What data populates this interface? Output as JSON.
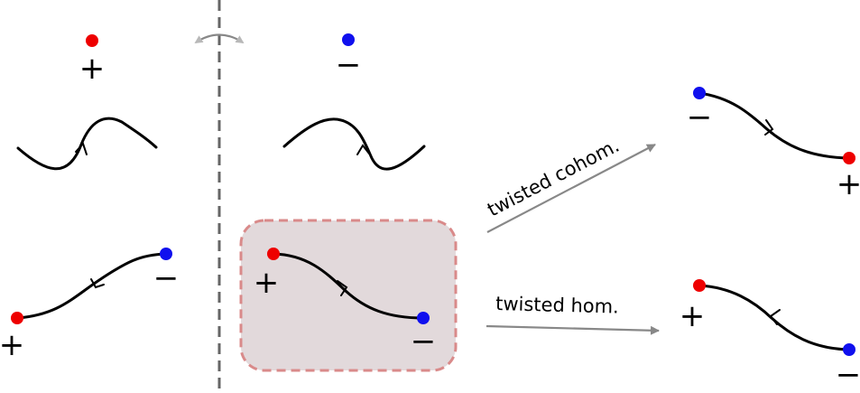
{
  "colors": {
    "positive": "#ee0000",
    "negative": "#1010ee",
    "highlight_fill": "#e2d9db",
    "highlight_border": "#d98a8a",
    "arrow": "#888888",
    "divider": "#666666",
    "swap_arrow": "#b8b8b8"
  },
  "signs": {
    "plus": "+",
    "minus": "−"
  },
  "arrows": {
    "cohomology_label": "twisted cohom.",
    "homology_label": "twisted hom."
  },
  "icons": {
    "swap": "double-headed-curved-arrow",
    "divider": "dashed-vertical-line"
  }
}
